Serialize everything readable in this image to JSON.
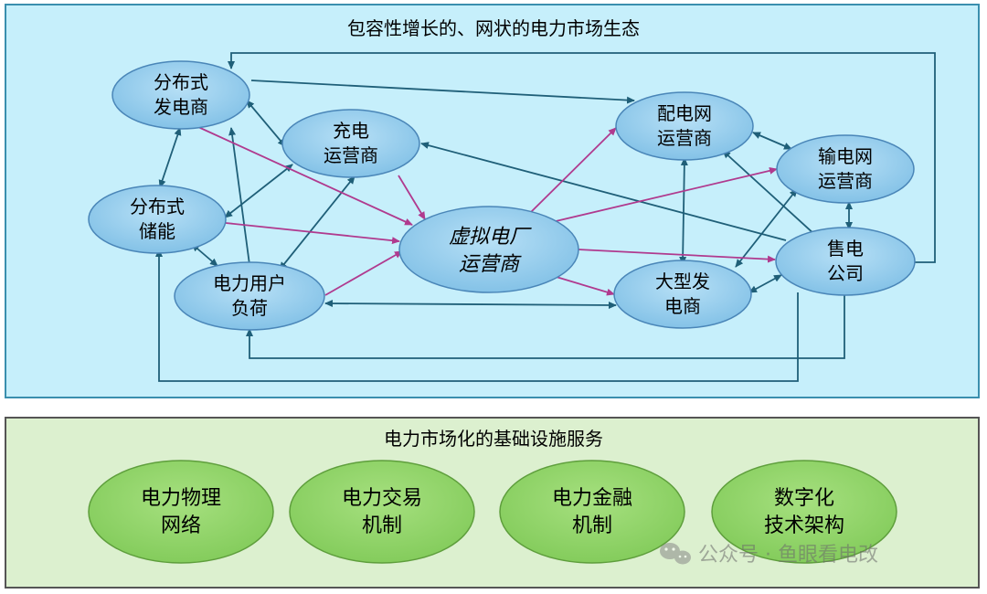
{
  "top_title": "包容性增长的、网状的电力市场生态",
  "bottom_title": "电力市场化的基础设施服务",
  "nodes": {
    "dist_gen": [
      "分布式",
      "发电商"
    ],
    "charging": [
      "充电",
      "运营商"
    ],
    "dist_storage": [
      "分布式",
      "储能"
    ],
    "user_load": [
      "电力用户",
      "负荷"
    ],
    "vpp": [
      "虚拟电厂",
      "运营商"
    ],
    "dist_grid": [
      "配电网",
      "运营商"
    ],
    "trans_grid": [
      "输电网",
      "运营商"
    ],
    "retailer": [
      "售电",
      "公司"
    ],
    "large_gen": [
      "大型发",
      "电商"
    ]
  },
  "infrastructure": [
    [
      "电力物理",
      "网络"
    ],
    [
      "电力交易",
      "机制"
    ],
    [
      "电力金融",
      "机制"
    ],
    [
      "数字化",
      "技术架构"
    ]
  ],
  "watermark": "公众号 · 鱼眼看电改",
  "colors": {
    "top_panel_bg": "#c6effb",
    "ellipse_fill": "#8cc8ea",
    "ellipse_stroke": "#4a86b8",
    "arrow_dark": "#1f5f78",
    "arrow_magenta": "#b03a8e",
    "green_ellipse": "#8fd26a",
    "green_stroke": "#5e9e3c"
  }
}
